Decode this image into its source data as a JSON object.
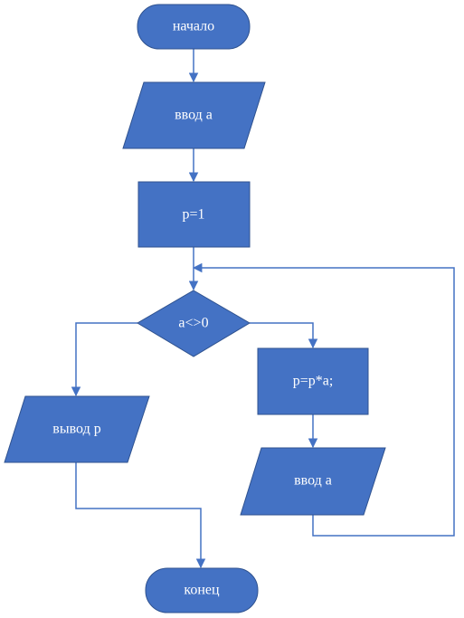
{
  "colors": {
    "fill": "#4472c4",
    "stroke": "#2f528f",
    "connector": "#4472c4",
    "text": "#ffffff"
  },
  "nodes": {
    "start": "начало",
    "input_a_1": "ввод а",
    "assign_p": "p=1",
    "condition": "a<>0",
    "multiply": "p=p*a;",
    "output_p": "вывод p",
    "input_a_2": "ввод а",
    "end": "конец"
  }
}
